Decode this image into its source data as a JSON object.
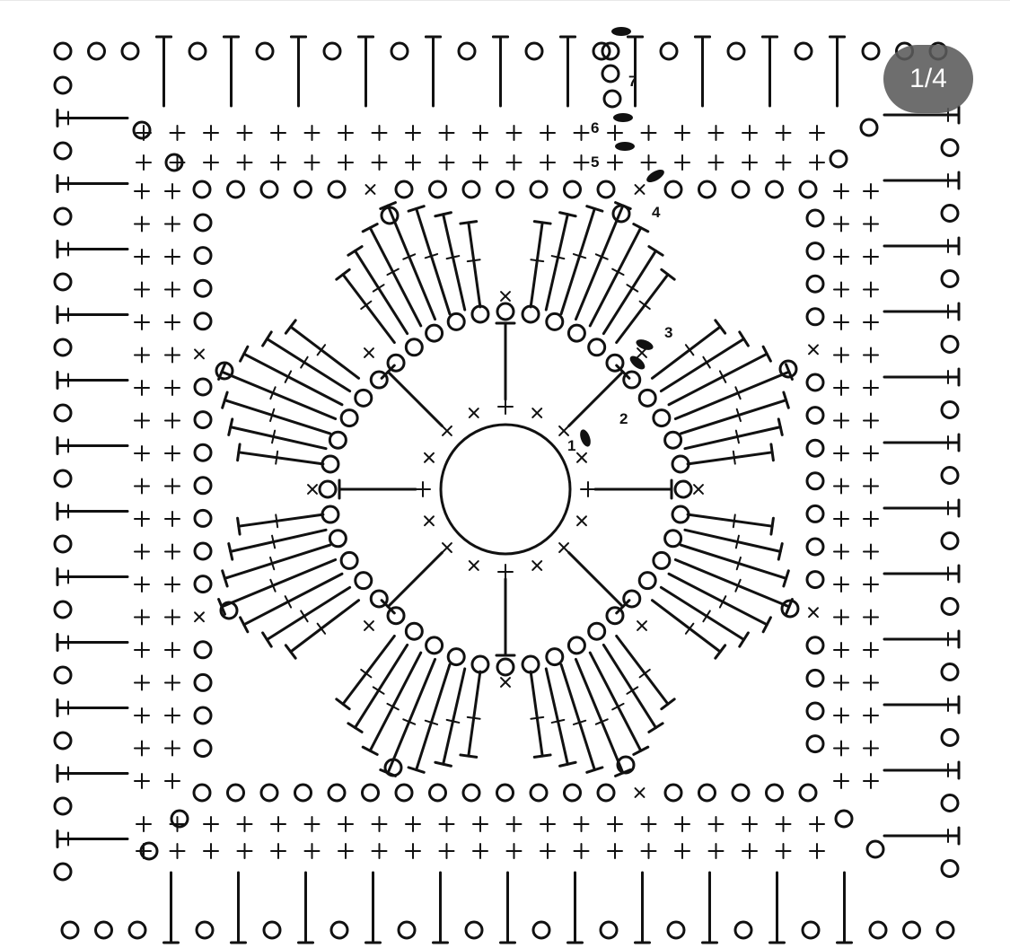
{
  "pager": {
    "label": "1/4"
  },
  "row_labels": [
    "1",
    "2",
    "3",
    "4",
    "5",
    "6",
    "7"
  ],
  "symbol_legend": {
    "chain": "chain-circle-icon",
    "single_crochet": "plus-cross-icon",
    "slip_stitch": "filled-oval-icon",
    "double_crochet": "t-post-icon",
    "treble_crochet": "crossed-post-icon"
  },
  "colors": {
    "ink": "#111111",
    "background": "#ffffff",
    "badge": "#5a5a5a"
  }
}
